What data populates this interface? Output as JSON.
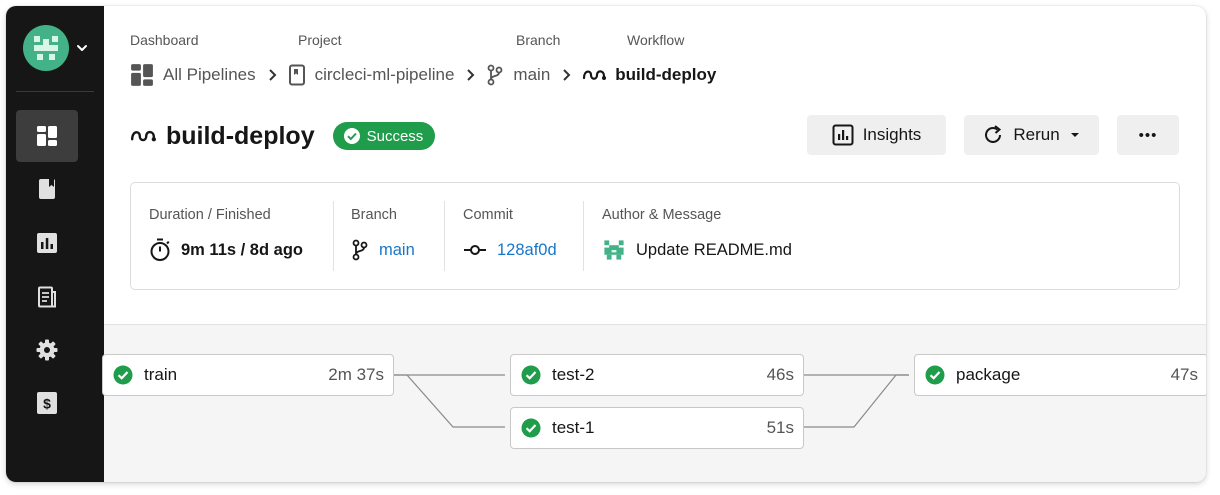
{
  "breadcrumb": {
    "labels": {
      "dashboard": "Dashboard",
      "project": "Project",
      "branch": "Branch",
      "workflow": "Workflow"
    },
    "items": [
      "All Pipelines",
      "circleci-ml-pipeline",
      "main",
      "build-deploy"
    ]
  },
  "workflow": {
    "name": "build-deploy",
    "status": "Success"
  },
  "actions": {
    "insights": "Insights",
    "rerun": "Rerun",
    "more": "•••"
  },
  "summary": {
    "duration_label": "Duration / Finished",
    "duration_value": "9m 11s / 8d ago",
    "branch_label": "Branch",
    "branch_value": "main",
    "commit_label": "Commit",
    "commit_value": "128af0d",
    "author_label": "Author & Message",
    "message": "Update README.md"
  },
  "jobs": [
    {
      "name": "train",
      "duration": "2m 37s",
      "status": "success"
    },
    {
      "name": "test-2",
      "duration": "46s",
      "status": "success"
    },
    {
      "name": "test-1",
      "duration": "51s",
      "status": "success"
    },
    {
      "name": "package",
      "duration": "47s",
      "status": "success"
    }
  ],
  "colors": {
    "sidebar": "#161616",
    "success": "#1f9d4b",
    "link": "#1877c9",
    "avatar": "#43b289"
  },
  "sidebar": {
    "icons": [
      "dashboard-icon",
      "projects-icon",
      "insights-icon",
      "docs-icon",
      "settings-icon",
      "billing-icon"
    ],
    "active": "dashboard-icon"
  }
}
